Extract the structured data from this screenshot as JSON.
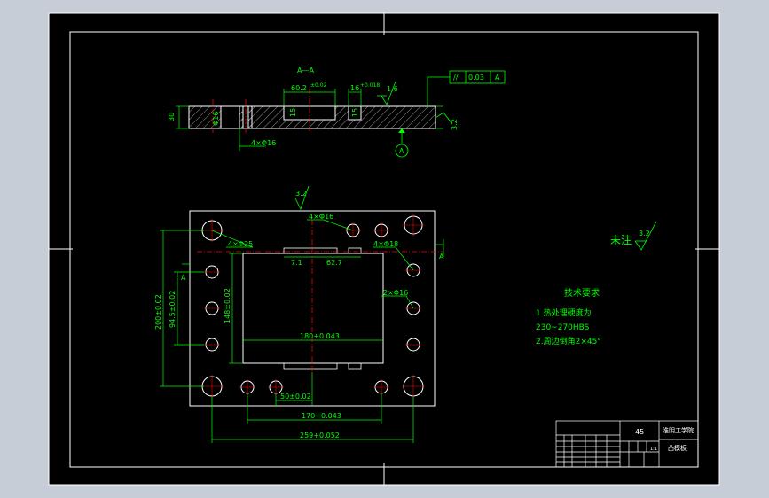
{
  "colors": {
    "background": "#c7cdd6",
    "sheet": "#000000",
    "outline": "#ffffff",
    "dimension": "#00ff00",
    "centerline": "#ff0000",
    "frame": "#ffffff"
  },
  "section": {
    "label": "A—A",
    "thickness": "30",
    "hole_spacing": "60.2",
    "hole_spacing_tol": "±0.02",
    "slot_width": "16",
    "slot_width_tol": "+0.018",
    "hole_depth": "15",
    "counterbore_dia": "Φ16",
    "hole_note": "4×Φ16",
    "surface_roughness": "1.6",
    "roughness_edge": "3.2",
    "datum": "A",
    "tolerance_symbol": "//",
    "tolerance_value": "0.03",
    "tolerance_datum": "A"
  },
  "plan": {
    "top_roughness": "3.2",
    "hole_note_a": "4×Φ16",
    "hole_note_b": "4×Φ25",
    "hole_note_c": "4×Φ18",
    "hole_note_d": "2×Φ16",
    "dim_71": "7.1",
    "dim_627": "62.7",
    "dim_height_outer": "200±0.02",
    "dim_height_inner": "94.5±0.02",
    "dim_height_cavity": "148±0.02",
    "dim_cavity_width": "180+0.043",
    "dim_slot": "50±0.02",
    "dim_170": "170+0.043",
    "dim_259": "259+0.052",
    "section_mark_left": "A",
    "section_mark_right": "A"
  },
  "notes": {
    "remaining": "未注",
    "remaining_roughness": "3.2",
    "title": "技术要求",
    "line1": "1.热处理硬度为",
    "line2": "230~270HBS",
    "line3": "2.周边倒角2×45°"
  },
  "title_block": {
    "material": "45",
    "school": "淮阴工学院",
    "part_name": "凸模板",
    "scale": "1:1"
  }
}
